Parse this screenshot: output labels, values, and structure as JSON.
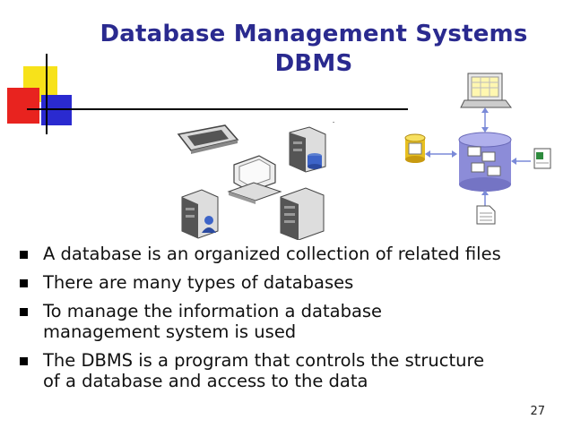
{
  "slide": {
    "title_line1": "Database Management Systems",
    "title_line2": "DBMS",
    "bullets": [
      {
        "lines": [
          "A database is an organized collection of related files"
        ]
      },
      {
        "lines": [
          "There are many types of databases"
        ]
      },
      {
        "lines": [
          "To manage the information a database",
          "management system is used"
        ]
      },
      {
        "lines": [
          "The DBMS is a program that controls the structure",
          "of a database and access to the data"
        ]
      }
    ],
    "page_number": "27"
  },
  "colors": {
    "title": "#2a2a8f",
    "accent_yellow": "#f7e21a",
    "accent_red": "#e8231f",
    "accent_blue": "#2a2ad0",
    "db_cylinder": "#8c8cd8"
  },
  "icons": [
    "pda-icon",
    "server-icon",
    "workstation-icon",
    "user-server-icon",
    "tower-server-icon",
    "database-cylinder-icon",
    "laptop-icon",
    "yellow-database-icon",
    "spreadsheet-icon",
    "document-icon"
  ]
}
